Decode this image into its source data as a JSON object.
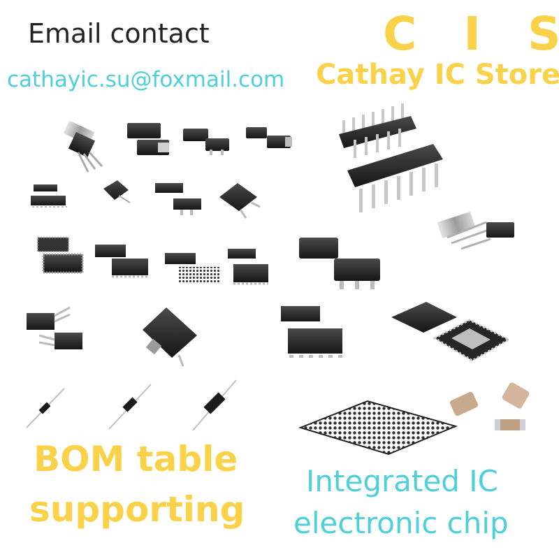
{
  "colors": {
    "yellow": "#F9D24A",
    "cyan": "#4ECFD9",
    "dark": "#222222"
  },
  "contact": {
    "heading": "Email contact",
    "email": "cathayic.su@foxmail.com"
  },
  "brand": {
    "short": "C I S",
    "name": "Cathay IC Store"
  },
  "bom": {
    "line1": "BOM table",
    "line2": "supporting"
  },
  "tagline": {
    "line1": "Integrated IC",
    "line2": "electronic chip"
  },
  "components": [
    "to220-transistor-icon",
    "sot223-chip-icon",
    "sot23-chip-icon",
    "do214-diode-icon",
    "dip14-chip-icon",
    "sop8-chip-icon",
    "dpak-chip-icon",
    "sot223b-chip-icon",
    "sot89-chip-icon",
    "to92-transistor-icon",
    "qfp-chip-icon",
    "tssop-chip-icon",
    "bga-small-chip-icon",
    "msop-chip-icon",
    "sot89b-chip-icon",
    "to220-formed-icon",
    "d2pak-chip-icon",
    "soic8-chip-icon",
    "qfn-chip-icon",
    "axial-diode-icon",
    "bga-large-chip-icon",
    "smd-capacitor-icon"
  ]
}
